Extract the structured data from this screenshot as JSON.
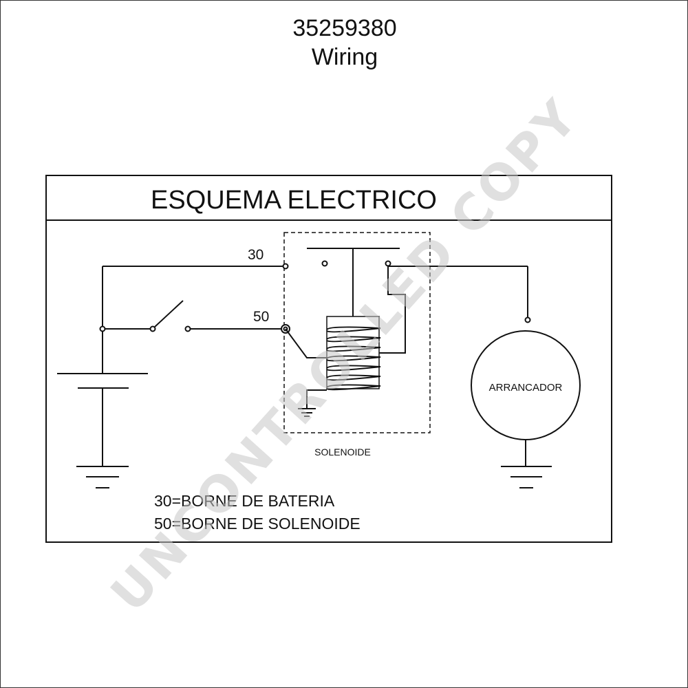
{
  "header": {
    "part_number": "35259380",
    "subtitle": "Wiring"
  },
  "diagram": {
    "title": "ESQUEMA ELECTRICO",
    "terminal_30_label": "30",
    "terminal_50_label": "50",
    "motor_label": "ARRANCADOR",
    "solenoid_label": "SOLENOIDE",
    "legend": [
      "30=BORNE DE BATERIA",
      "50=BORNE DE SOLENOIDE"
    ]
  },
  "watermark": {
    "text": "UNCONTROLLED COPY",
    "color": "#c8c8c8"
  },
  "colors": {
    "line": "#111111",
    "background": "#ffffff"
  }
}
